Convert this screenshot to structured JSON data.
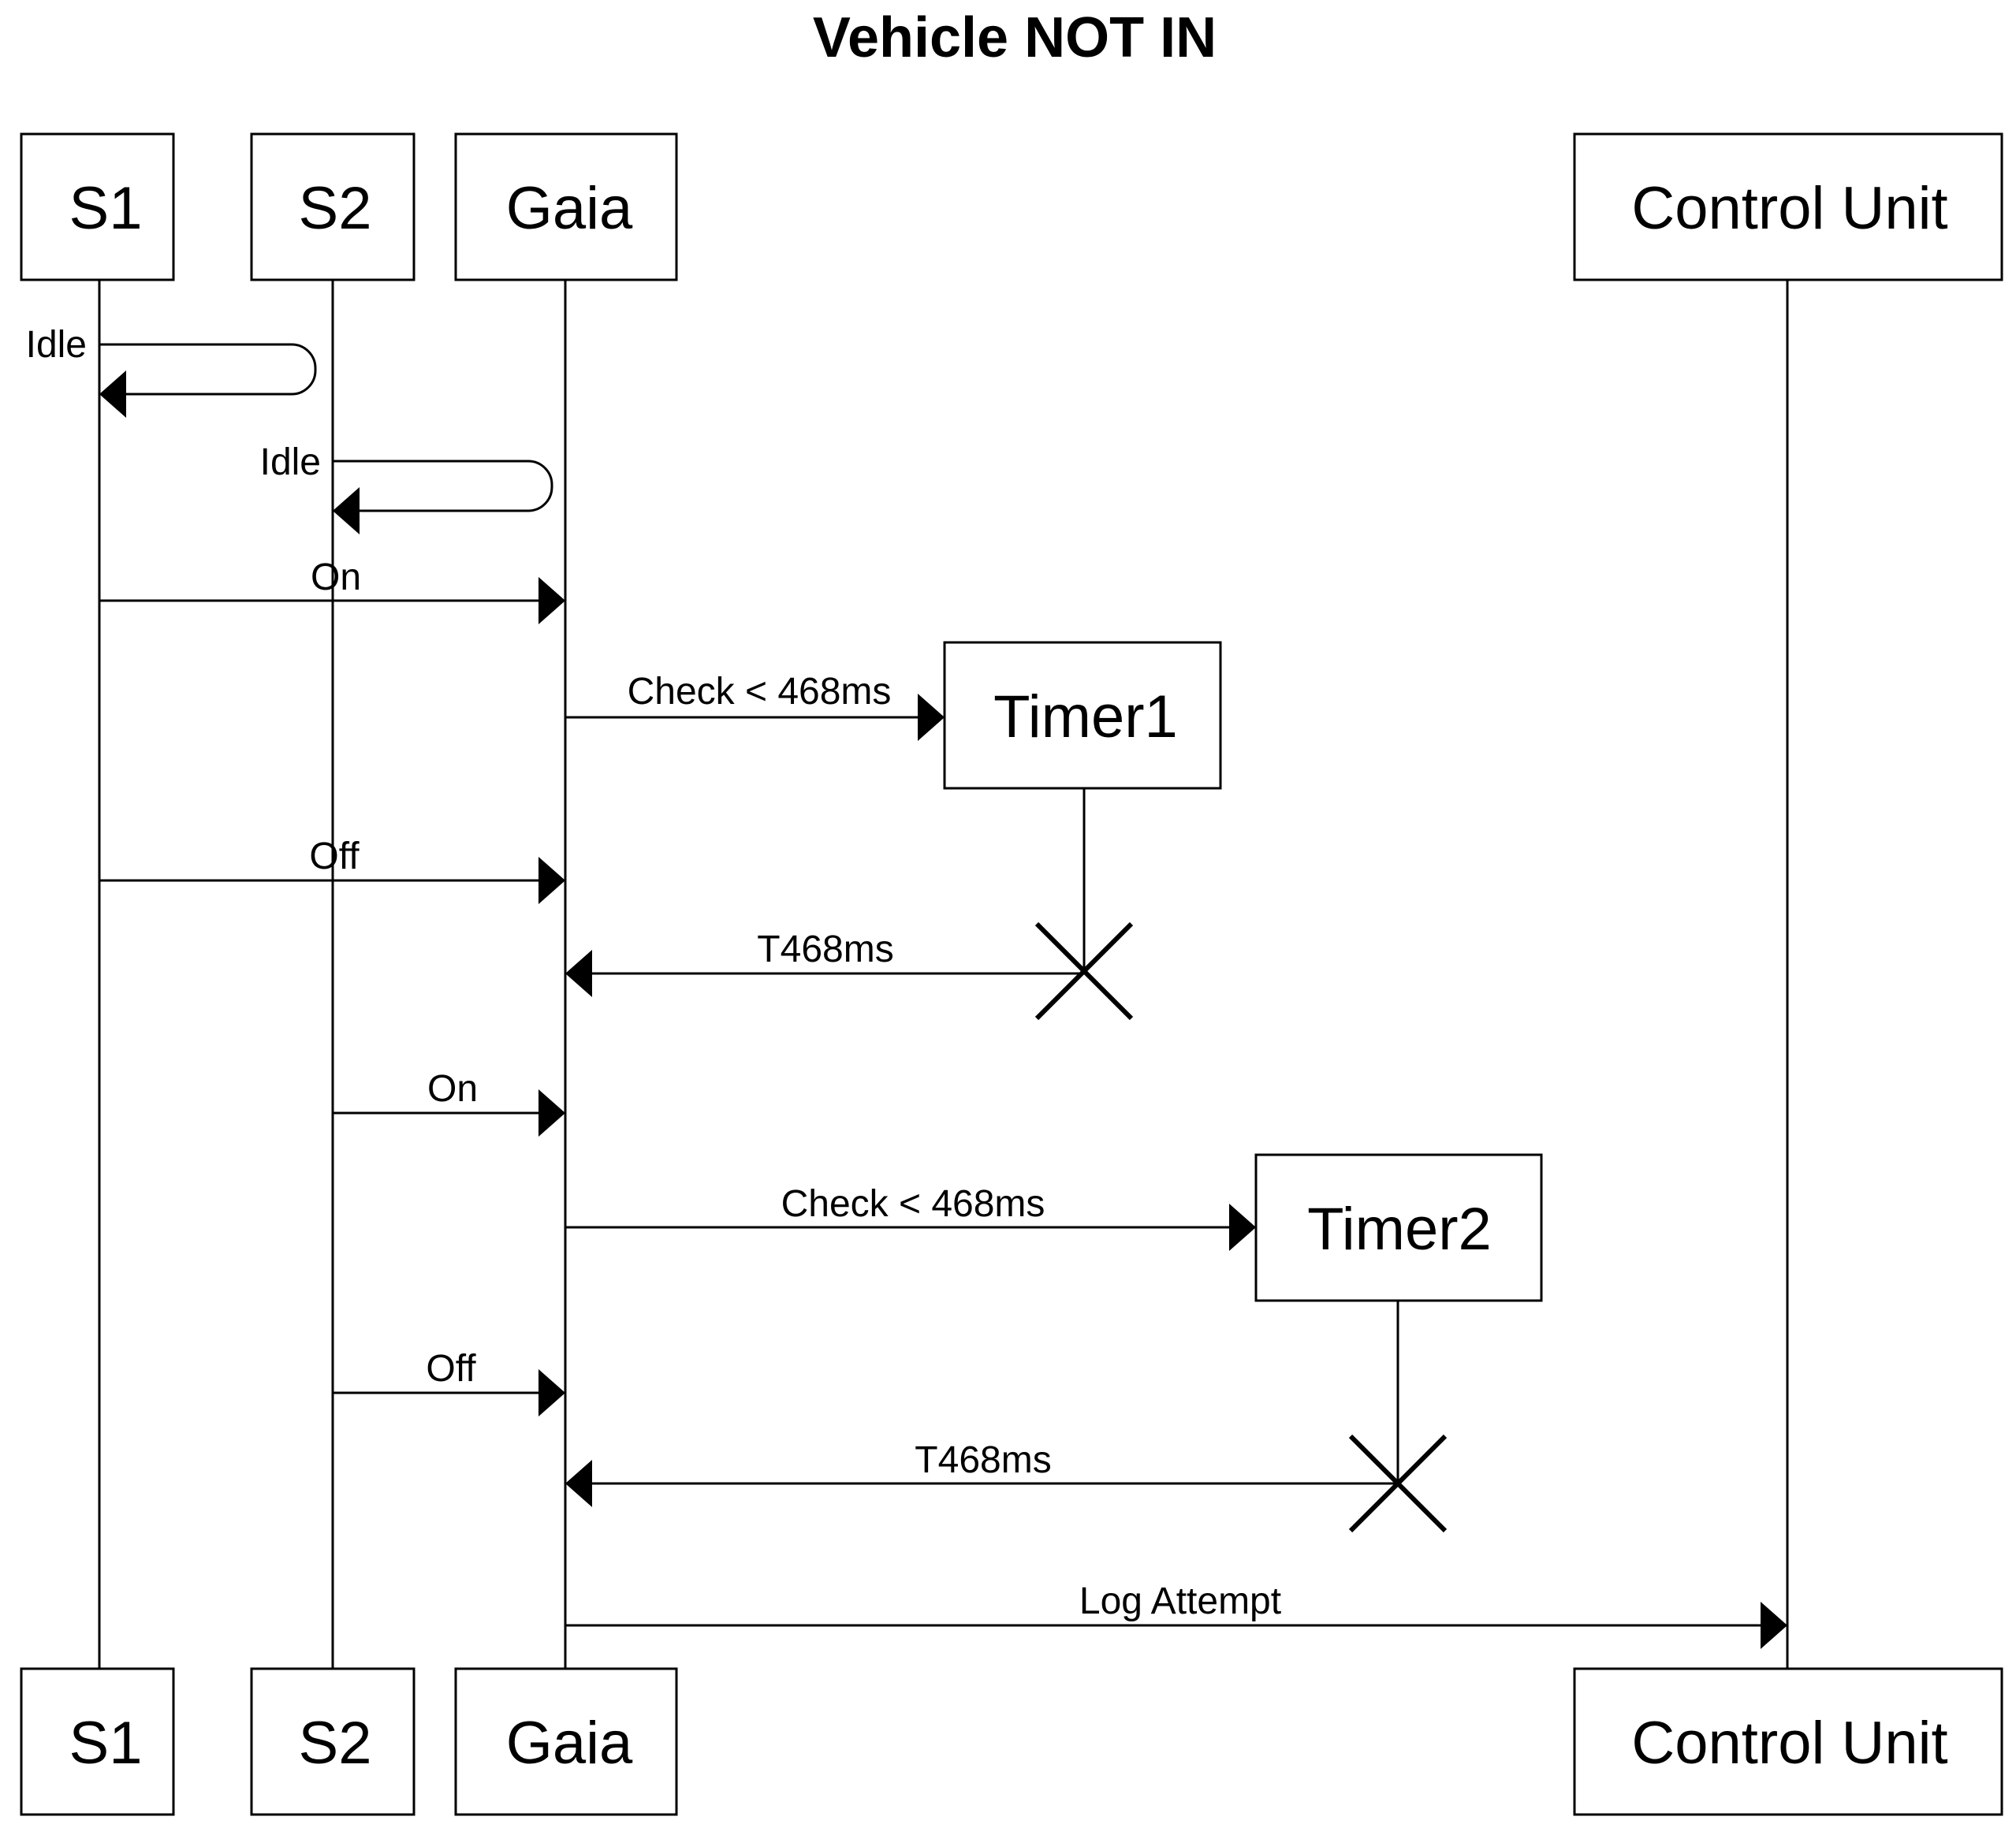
{
  "title": "Vehicle NOT IN",
  "participants": {
    "s1": "S1",
    "s2": "S2",
    "gaia": "Gaia",
    "control_unit": "Control Unit",
    "timer1": "Timer1",
    "timer2": "Timer2"
  },
  "messages": [
    {
      "label": "Idle",
      "from": "S1",
      "to": "S1",
      "type": "self"
    },
    {
      "label": "Idle",
      "from": "S2",
      "to": "S2",
      "type": "self"
    },
    {
      "label": "On",
      "from": "S1",
      "to": "Gaia"
    },
    {
      "label": "Check < 468ms",
      "from": "Gaia",
      "to": "Timer1",
      "type": "create"
    },
    {
      "label": "Off",
      "from": "S1",
      "to": "Gaia"
    },
    {
      "label": "T468ms",
      "from": "Timer1",
      "to": "Gaia",
      "type": "destroy"
    },
    {
      "label": "On",
      "from": "S2",
      "to": "Gaia"
    },
    {
      "label": "Check < 468ms",
      "from": "Gaia",
      "to": "Timer2",
      "type": "create"
    },
    {
      "label": "Off",
      "from": "S2",
      "to": "Gaia"
    },
    {
      "label": "T468ms",
      "from": "Timer2",
      "to": "Gaia",
      "type": "destroy"
    },
    {
      "label": "Log Attempt",
      "from": "Gaia",
      "to": "Control Unit"
    }
  ]
}
